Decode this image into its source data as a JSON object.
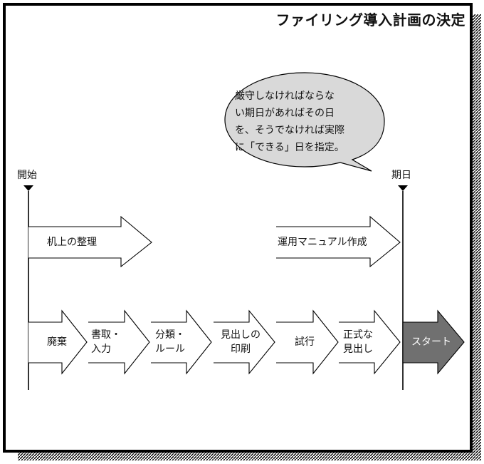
{
  "title": "ファイリング導入計画の決定",
  "speech_bubble": {
    "lines": [
      "厳守しなければならな",
      "い期日があればその日",
      "を、そうでなければ実際",
      "に「できる」日を指定。"
    ]
  },
  "timeline": {
    "start_label": "開始",
    "deadline_label": "期日"
  },
  "upper_arrows": [
    {
      "label": "机上の整理"
    },
    {
      "label": "運用マニュアル作成"
    }
  ],
  "steps": [
    {
      "lines": [
        "廃棄"
      ]
    },
    {
      "lines": [
        "書取・",
        "入力"
      ]
    },
    {
      "lines": [
        "分類・",
        "ルール"
      ]
    },
    {
      "lines": [
        "見出しの",
        "印刷"
      ]
    },
    {
      "lines": [
        "試行"
      ]
    },
    {
      "lines": [
        "正式な",
        "見出し"
      ]
    }
  ],
  "start_step": {
    "label": "スタート",
    "color": "#707070"
  }
}
